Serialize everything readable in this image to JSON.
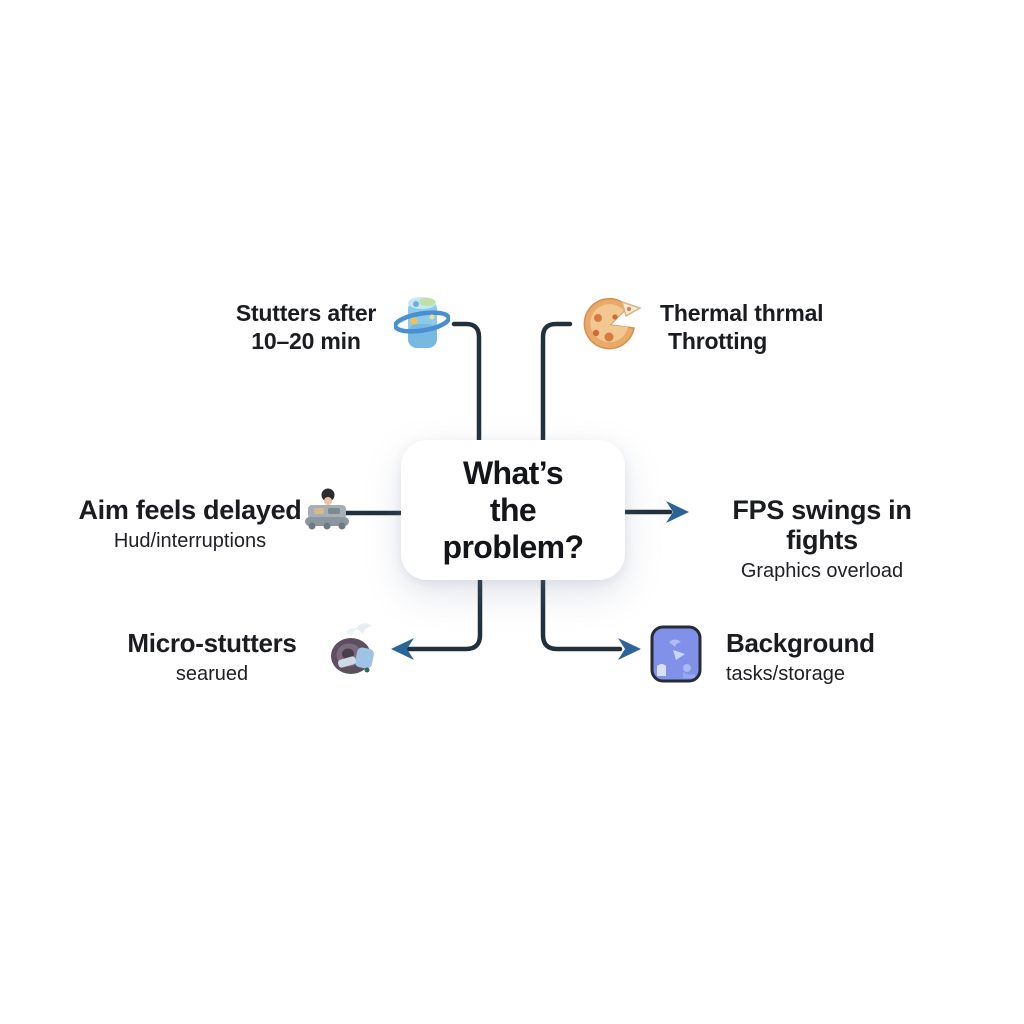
{
  "center_node": {
    "line1": "What’s",
    "line2": "the",
    "line3": "problem?"
  },
  "nodes": {
    "top_left": {
      "line1": "Stutters after",
      "line2": "10–20 min",
      "icon": "timer-orbit-icon"
    },
    "top_right": {
      "line1": "Thermal thrmal",
      "line2": "Throtting",
      "icon": "pizza-pie-icon"
    },
    "mid_left": {
      "title": "Aim feels delayed",
      "subtitle": "Hud/interruptions",
      "icon": "gamer-desk-icon"
    },
    "mid_right": {
      "title": "FPS swings in fights",
      "subtitle": "Graphics overload"
    },
    "bottom_left": {
      "title": "Micro-stutters",
      "subtitle": "searued",
      "icon": "headset-icon"
    },
    "bottom_right": {
      "title": "Background",
      "subtitle": "tasks/storage",
      "icon": "app-tile-icon"
    }
  },
  "colors": {
    "background": "#ffffff",
    "text": "#1b1c20",
    "connector_line": "#20303c",
    "arrowhead": "#2b6496",
    "center_box_bg": "#ffffff"
  }
}
